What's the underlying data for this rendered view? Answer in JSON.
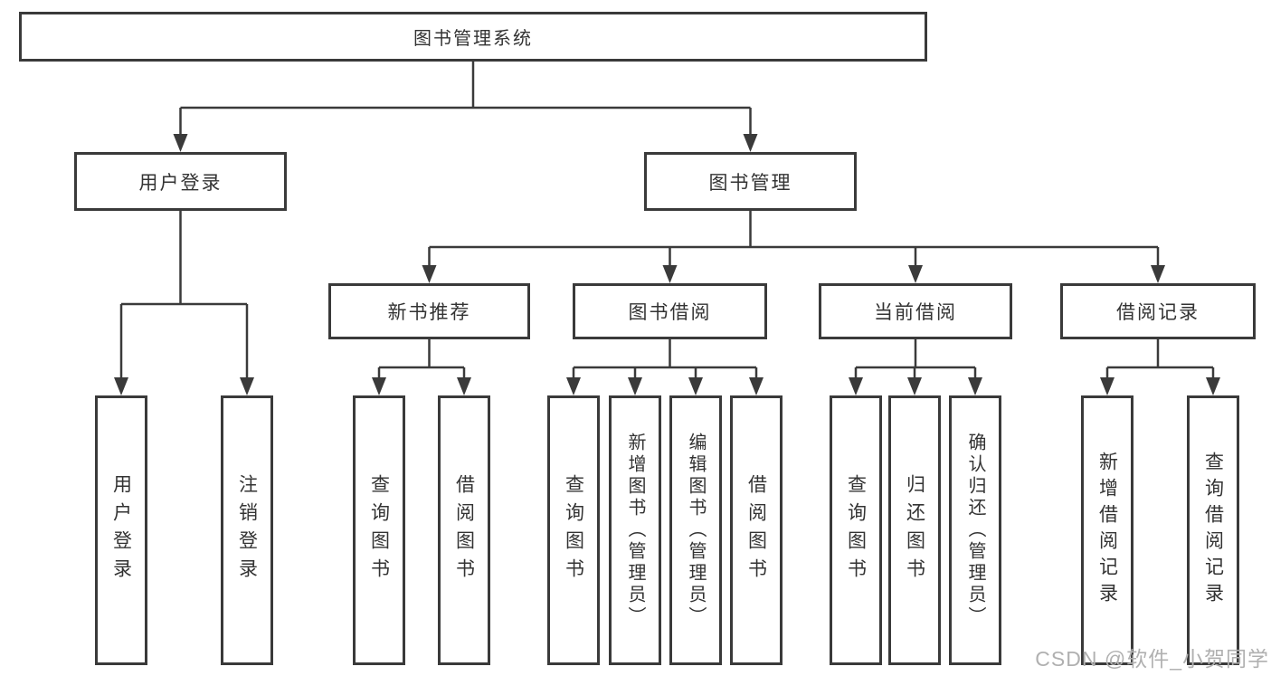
{
  "palette": {
    "background": "#ffffff",
    "line": "#3a3a3a",
    "text": "#333333",
    "watermark_color": "#b0b0b0"
  },
  "diagram": {
    "root": {
      "label": "图书管理系统"
    },
    "branches": [
      {
        "label": "用户登录",
        "children": [
          {
            "label": "用户登录"
          },
          {
            "label": "注销登录"
          }
        ]
      },
      {
        "label": "图书管理",
        "children": [
          {
            "label": "新书推荐",
            "children": [
              {
                "label": "查询图书"
              },
              {
                "label": "借阅图书"
              }
            ]
          },
          {
            "label": "图书借阅",
            "children": [
              {
                "label": "查询图书"
              },
              {
                "label": "新增图书（管理员）"
              },
              {
                "label": "编辑图书（管理员）"
              },
              {
                "label": "借阅图书"
              }
            ]
          },
          {
            "label": "当前借阅",
            "children": [
              {
                "label": "查询图书"
              },
              {
                "label": "归还图书"
              },
              {
                "label": "确认归还（管理员）"
              }
            ]
          },
          {
            "label": "借阅记录",
            "children": [
              {
                "label": "新增借阅记录"
              },
              {
                "label": "查询借阅记录"
              }
            ]
          }
        ]
      }
    ]
  },
  "watermark": {
    "text": "CSDN @软件_小贺同学"
  }
}
